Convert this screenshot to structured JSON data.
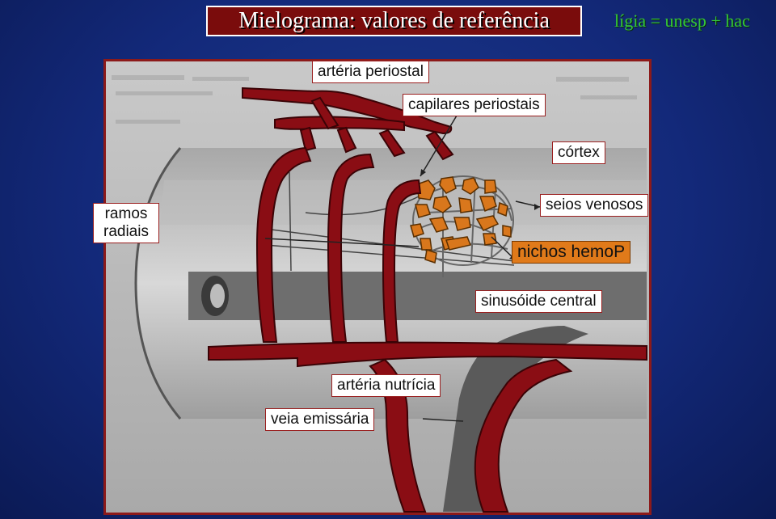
{
  "header": {
    "title": "Mielograma: valores de referência",
    "credit": "lígia = unesp + hac"
  },
  "labels": {
    "arteria_periostal": "artéria periostal",
    "capilares_periostais": "capilares periostais",
    "cortex": "córtex",
    "ramos_radiais": "ramos radiais",
    "seios_venosos": "seios venosos",
    "nichos_hemop": "nichos hemoP",
    "sinusoide_central": "sinusóide central",
    "arteria_nutricia": "artéria nutrícia",
    "veia_emissaria": "veia emissária"
  },
  "colors": {
    "vessel": "#8a0d14",
    "niche": "#d9771c",
    "background": "#13297a",
    "title_bg": "#7a0c0c",
    "credit": "#35c63a"
  }
}
